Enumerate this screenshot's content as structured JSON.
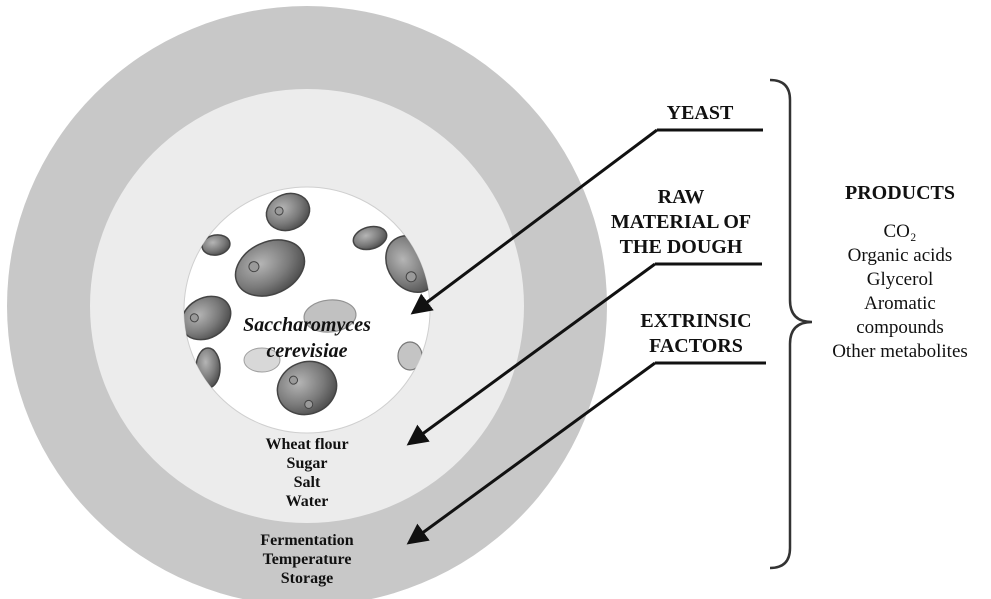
{
  "center": {
    "species_line1": "Saccharomyces",
    "species_line2": "cerevisiae"
  },
  "middle_ring": {
    "items": [
      "Wheat flour",
      "Sugar",
      "Salt",
      "Water"
    ]
  },
  "outer_ring": {
    "items": [
      "Fermentation",
      "Temperature",
      "Storage"
    ]
  },
  "labels": {
    "yeast": "YEAST",
    "raw_material": [
      "RAW",
      "MATERIAL OF",
      "THE DOUGH"
    ],
    "extrinsic": [
      "EXTRINSIC",
      "FACTORS"
    ]
  },
  "products": {
    "title": "PRODUCTS",
    "items": [
      "CO₂",
      "Organic acids",
      "Glycerol",
      "Aromatic",
      "compounds",
      "Other metabolites"
    ]
  },
  "colors": {
    "outer_ring": "#c8c8c8",
    "middle_ring": "#ececec",
    "center": "#ffffff",
    "yeast_cell": "#7a7a7a",
    "ink": "#111111"
  }
}
